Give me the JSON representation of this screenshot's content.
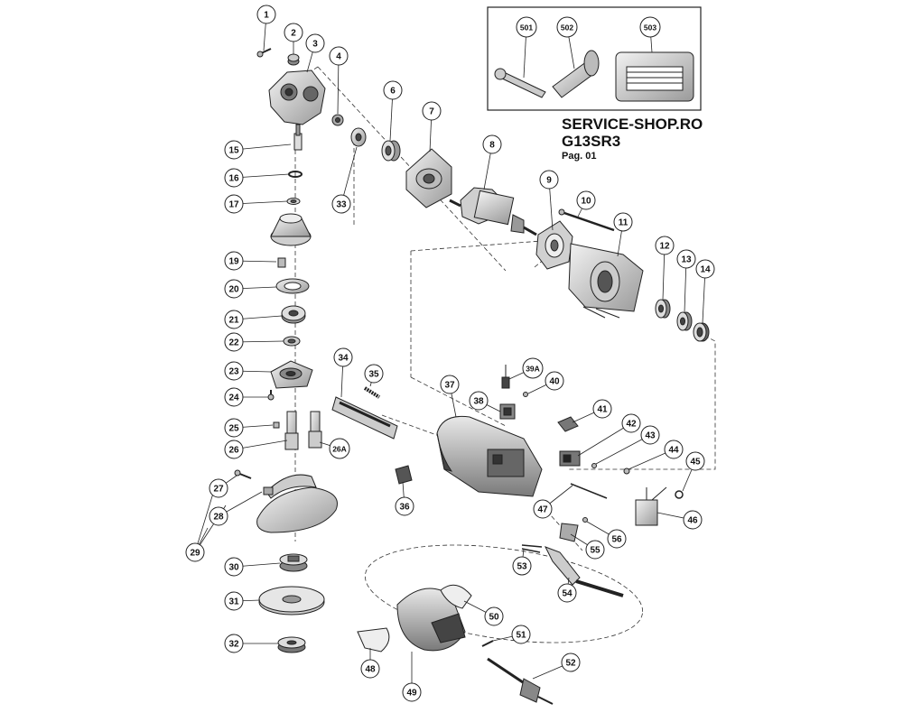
{
  "header": {
    "shop": "SERVICE-SHOP.RO",
    "model": "G13SR3",
    "page": "Pag. 01"
  },
  "accessories": [
    "501",
    "502",
    "503"
  ],
  "parts": [
    "1",
    "2",
    "3",
    "4",
    "6",
    "7",
    "8",
    "9",
    "10",
    "11",
    "12",
    "13",
    "14",
    "15",
    "16",
    "17",
    "19",
    "20",
    "21",
    "22",
    "23",
    "24",
    "25",
    "26",
    "26A",
    "27",
    "28",
    "29",
    "30",
    "31",
    "32",
    "33",
    "34",
    "35",
    "36",
    "37",
    "38",
    "39A",
    "40",
    "41",
    "42",
    "43",
    "44",
    "45",
    "46",
    "47",
    "48",
    "49",
    "50",
    "51",
    "52",
    "53",
    "54",
    "55",
    "56"
  ],
  "colors": {
    "line": "#222222",
    "part_fill": "#d9d9d9",
    "part_dark": "#555555"
  }
}
